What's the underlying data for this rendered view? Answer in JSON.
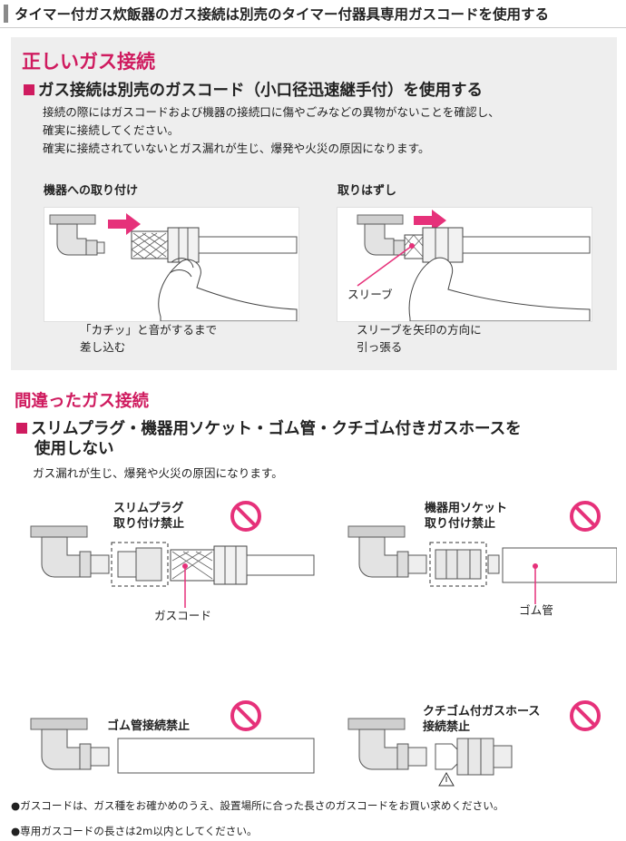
{
  "header": {
    "title": "タイマー付ガス炊飯器のガス接続は別売のタイマー付器具専用ガスコードを使用する"
  },
  "correct": {
    "heading": "正しいガス接続",
    "subheading": "ガス接続は別売のガスコード（小口径迅速継手付）を使用する",
    "body": [
      "接続の際にはガスコードおよび機器の接続口に傷やごみなどの異物がないことを確認し、",
      "確実に接続してください。",
      "確実に接続されていないとガス漏れが生じ、爆発や火災の原因になります。"
    ],
    "attach": {
      "title": "機器への取り付け",
      "caption": [
        "「カチッ」と音がするまで",
        "差し込む"
      ]
    },
    "detach": {
      "title": "取りはずし",
      "sleeve_label": "スリーブ",
      "caption": [
        "スリーブを矢印の方向に",
        "引っ張る"
      ]
    }
  },
  "wrong": {
    "heading": "間違ったガス接続",
    "subheading": [
      "スリムプラグ・機器用ソケット・ゴム管・クチゴム付きガスホースを",
      "使用しない"
    ],
    "body": "ガス漏れが生じ、爆発や火災の原因になります。",
    "items": [
      {
        "label": [
          "スリムプラグ",
          "取り付け禁止"
        ],
        "pointer_label": "ガスコード"
      },
      {
        "label": [
          "機器用ソケット",
          "取り付け禁止"
        ],
        "pointer_label": "ゴム管"
      },
      {
        "label": [
          "ゴム管接続禁止"
        ]
      },
      {
        "label": [
          "クチゴム付ガスホース",
          "接続禁止"
        ]
      }
    ]
  },
  "notes": [
    "●ガスコードは、ガス種をお確かめのうえ、設置場所に合った長さのガスコードをお買い求めください。",
    "●専用ガスコードの長さは2m以内としてください。"
  ],
  "colors": {
    "accent": "#cf1b5f",
    "panel": "#eeeeee",
    "arrow": "#e6317a"
  }
}
